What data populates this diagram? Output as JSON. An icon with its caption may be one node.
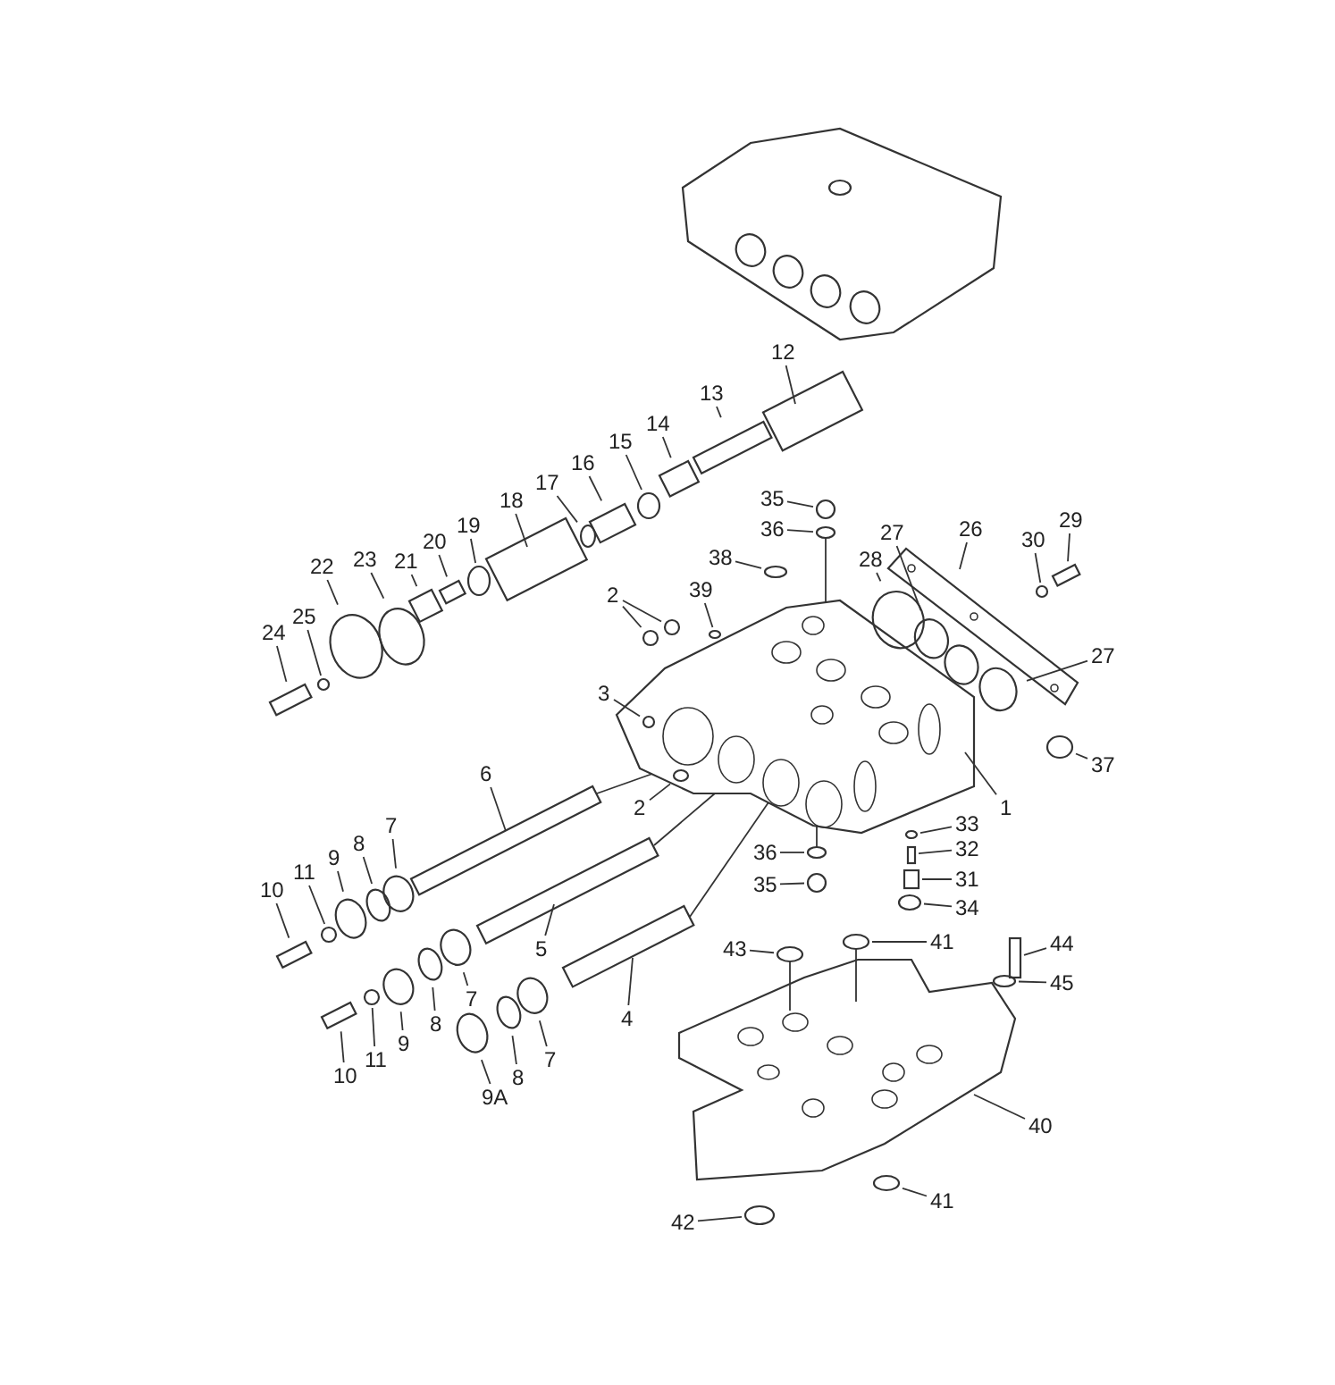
{
  "diagram": {
    "nodes": [
      {
        "text": [
          "12"
        ]
      },
      {
        "text": [
          "13"
        ]
      },
      {
        "text": [
          "14"
        ]
      },
      {
        "text": [
          "15"
        ]
      },
      {
        "text": [
          "16"
        ]
      },
      {
        "text": [
          "17"
        ]
      },
      {
        "text": [
          "35"
        ]
      },
      {
        "text": [
          "36"
        ]
      },
      {
        "text": [
          "27"
        ]
      },
      {
        "text": [
          "26"
        ]
      },
      {
        "text": [
          "29"
        ]
      },
      {
        "text": [
          "30"
        ]
      },
      {
        "text": [
          "18"
        ]
      },
      {
        "text": [
          "19"
        ]
      },
      {
        "text": [
          "38"
        ]
      },
      {
        "text": [
          "28"
        ]
      },
      {
        "text": [
          "20"
        ]
      },
      {
        "text": [
          "21"
        ]
      },
      {
        "text": [
          "23"
        ]
      },
      {
        "text": [
          "39"
        ]
      },
      {
        "text": [
          "2"
        ]
      },
      {
        "text": [
          "22"
        ]
      },
      {
        "text": [
          "25"
        ]
      },
      {
        "text": [
          "24"
        ]
      },
      {
        "text": [
          "27"
        ]
      },
      {
        "text": [
          "3"
        ]
      },
      {
        "text": [
          "1"
        ]
      },
      {
        "text": [
          "37"
        ]
      },
      {
        "text": [
          "2"
        ]
      },
      {
        "text": [
          "6"
        ]
      },
      {
        "text": [
          "33"
        ]
      },
      {
        "text": [
          "32"
        ]
      },
      {
        "text": [
          "36"
        ]
      },
      {
        "text": [
          "7"
        ]
      },
      {
        "text": [
          "9"
        ]
      },
      {
        "text": [
          "8"
        ]
      },
      {
        "text": [
          "11"
        ]
      },
      {
        "text": [
          "31"
        ]
      },
      {
        "text": [
          "35"
        ]
      },
      {
        "text": [
          "10"
        ]
      },
      {
        "text": [
          "34"
        ]
      },
      {
        "text": [
          "43"
        ]
      },
      {
        "text": [
          "41"
        ]
      },
      {
        "text": [
          "44"
        ]
      },
      {
        "text": [
          "5"
        ]
      },
      {
        "text": [
          "45"
        ]
      },
      {
        "text": [
          "4"
        ]
      },
      {
        "text": [
          "7"
        ]
      },
      {
        "text": [
          "10"
        ]
      },
      {
        "text": [
          "11"
        ]
      },
      {
        "text": [
          "9"
        ]
      },
      {
        "text": [
          "8"
        ]
      },
      {
        "text": [
          "8"
        ]
      },
      {
        "text": [
          "7"
        ]
      },
      {
        "text": [
          "9A"
        ]
      },
      {
        "text": [
          "40"
        ]
      },
      {
        "text": [
          "41"
        ]
      },
      {
        "text": [
          "42"
        ]
      },
      {
        "text": [],
        "shape": "box"
      },
      {
        "text": [],
        "shape": "box"
      },
      {
        "text": [],
        "shape": "box"
      },
      {
        "text": [],
        "shape": "circle"
      },
      {
        "text": [],
        "shape": "box"
      },
      {
        "text": [],
        "shape": "circle"
      },
      {
        "text": [],
        "shape": "circle"
      },
      {
        "text": [],
        "shape": "circle"
      },
      {
        "text": [],
        "shape": "circle"
      },
      {
        "text": [],
        "shape": "picture"
      },
      {
        "text": [],
        "shape": "box"
      },
      {
        "text": [],
        "shape": "circle"
      },
      {
        "text": [],
        "shape": "box"
      },
      {
        "text": [],
        "shape": "circle"
      },
      {
        "text": [],
        "shape": "circle"
      },
      {
        "text": [],
        "shape": "circle"
      },
      {
        "text": [],
        "shape": "box"
      },
      {
        "text": [],
        "shape": "box"
      },
      {
        "text": [],
        "shape": "circle"
      },
      {
        "text": [],
        "shape": "circle",
        "in": 85
      },
      {
        "text": [],
        "shape": "circle",
        "in": 85
      },
      {
        "text": [],
        "shape": "circle",
        "in": 85
      },
      {
        "text": [],
        "shape": "circle"
      },
      {
        "text": [],
        "shape": "circle"
      },
      {
        "text": [],
        "shape": "box"
      },
      {
        "text": [],
        "shape": "circle"
      },
      {
        "text": [],
        "shape": "circle",
        "in": 85
      },
      {
        "text": [],
        "shape": "picture"
      },
      {
        "text": [],
        "shape": "circle"
      },
      {
        "text": [],
        "shape": "circle",
        "in": 85
      },
      {
        "text": [],
        "shape": "box"
      },
      {
        "text": [],
        "shape": "circle"
      },
      {
        "text": [],
        "shape": "box"
      },
      {
        "text": [],
        "shape": "circle"
      },
      {
        "text": [],
        "shape": "circle"
      },
      {
        "text": [],
        "shape": "circle"
      },
      {
        "text": [],
        "shape": "circle"
      },
      {
        "text": [],
        "shape": "circle"
      },
      {
        "text": [],
        "shape": "box"
      },
      {
        "text": [],
        "shape": "circle"
      },
      {
        "text": [],
        "shape": "box"
      },
      {
        "text": [],
        "shape": "circle"
      },
      {
        "text": [],
        "shape": "circle"
      },
      {
        "text": [],
        "shape": "circle"
      },
      {
        "text": [],
        "shape": "box"
      },
      {
        "text": [],
        "shape": "box"
      },
      {
        "text": [],
        "shape": "circle"
      },
      {
        "text": [],
        "shape": "box"
      },
      {
        "text": [],
        "shape": "circle"
      },
      {
        "text": [],
        "shape": "box"
      },
      {
        "text": [],
        "shape": "circle"
      },
      {
        "text": [],
        "shape": "circle"
      },
      {
        "text": [],
        "shape": "circle"
      },
      {
        "text": [],
        "shape": "circle"
      },
      {
        "text": [],
        "shape": "circle"
      },
      {
        "text": [],
        "shape": "circle"
      },
      {
        "text": [],
        "shape": "picture"
      },
      {
        "text": [],
        "shape": "circle"
      },
      {
        "text": [],
        "shape": "circle"
      }
    ],
    "edges": [
      {
        "from": 0,
        "to": 58,
        "arrow": "none"
      },
      {
        "from": 1,
        "to": 59,
        "arrow": "none"
      },
      {
        "from": 2,
        "to": 60,
        "arrow": "none"
      },
      {
        "from": 3,
        "to": 61,
        "arrow": "none"
      },
      {
        "from": 4,
        "to": 62,
        "arrow": "none"
      },
      {
        "from": 5,
        "to": 63,
        "arrow": "none"
      },
      {
        "from": 6,
        "to": 64,
        "arrow": "none"
      },
      {
        "from": 7,
        "to": 65,
        "arrow": "none"
      },
      {
        "from": 8,
        "to": 66,
        "arrow": "none"
      },
      {
        "from": 9,
        "to": 67,
        "arrow": "none"
      },
      {
        "from": 10,
        "to": 68,
        "arrow": "none"
      },
      {
        "from": 11,
        "to": 69,
        "arrow": "none"
      },
      {
        "from": 12,
        "to": 70,
        "arrow": "none"
      },
      {
        "from": 13,
        "to": 71,
        "arrow": "none"
      },
      {
        "from": 14,
        "to": 72,
        "arrow": "none"
      },
      {
        "from": 15,
        "to": 73,
        "arrow": "none"
      },
      {
        "from": 16,
        "to": 74,
        "arrow": "none"
      },
      {
        "from": 17,
        "to": 75,
        "arrow": "none"
      },
      {
        "from": 18,
        "to": 76,
        "arrow": "none"
      },
      {
        "from": 19,
        "to": 77,
        "arrow": "none"
      },
      {
        "from": 20,
        "to": 78,
        "arrow": "none"
      },
      {
        "from": 20,
        "to": 79,
        "arrow": "none"
      },
      {
        "from": 21,
        "to": 80,
        "arrow": "none"
      },
      {
        "from": 22,
        "to": 81,
        "arrow": "none"
      },
      {
        "from": 23,
        "to": 82,
        "arrow": "none"
      },
      {
        "from": 24,
        "to": 83,
        "arrow": "none"
      },
      {
        "from": 25,
        "to": 84,
        "arrow": "none"
      },
      {
        "from": 26,
        "to": 85,
        "arrow": "none"
      },
      {
        "from": 27,
        "to": 86,
        "arrow": "none"
      },
      {
        "from": 28,
        "to": 87,
        "arrow": "none"
      },
      {
        "from": 29,
        "to": 88,
        "arrow": "none"
      },
      {
        "from": 30,
        "to": 89,
        "arrow": "none"
      },
      {
        "from": 31,
        "to": 90,
        "arrow": "none"
      },
      {
        "from": 32,
        "to": 91,
        "arrow": "none"
      },
      {
        "from": 33,
        "to": 92,
        "arrow": "none"
      },
      {
        "from": 34,
        "to": 93,
        "arrow": "none"
      },
      {
        "from": 35,
        "to": 94,
        "arrow": "none"
      },
      {
        "from": 36,
        "to": 95,
        "arrow": "none"
      },
      {
        "from": 37,
        "to": 96,
        "arrow": "none"
      },
      {
        "from": 38,
        "to": 97,
        "arrow": "none"
      },
      {
        "from": 39,
        "to": 98,
        "arrow": "none"
      },
      {
        "from": 40,
        "to": 99,
        "arrow": "none"
      },
      {
        "from": 41,
        "to": 100,
        "arrow": "none"
      },
      {
        "from": 42,
        "to": 101,
        "arrow": "none"
      },
      {
        "from": 43,
        "to": 102,
        "arrow": "none"
      },
      {
        "from": 44,
        "to": 103,
        "arrow": "none"
      },
      {
        "from": 45,
        "to": 104,
        "arrow": "none"
      },
      {
        "from": 46,
        "to": 105,
        "arrow": "none"
      },
      {
        "from": 47,
        "to": 106,
        "arrow": "none"
      },
      {
        "from": 48,
        "to": 107,
        "arrow": "none"
      },
      {
        "from": 49,
        "to": 108,
        "arrow": "none"
      },
      {
        "from": 50,
        "to": 109,
        "arrow": "none"
      },
      {
        "from": 51,
        "to": 110,
        "arrow": "none"
      },
      {
        "from": 52,
        "to": 111,
        "arrow": "none"
      },
      {
        "from": 53,
        "to": 112,
        "arrow": "none"
      },
      {
        "from": 54,
        "to": 113,
        "arrow": "none"
      },
      {
        "from": 55,
        "to": 114,
        "arrow": "none"
      },
      {
        "from": 56,
        "to": 115,
        "arrow": "none"
      },
      {
        "from": 57,
        "to": 116,
        "arrow": "none"
      },
      {
        "from": 88,
        "to": 85,
        "arrow": "none"
      },
      {
        "from": 103,
        "to": 85,
        "arrow": "none"
      },
      {
        "from": 105,
        "to": 85,
        "arrow": "none"
      },
      {
        "from": 65,
        "to": 85,
        "arrow": "none"
      },
      {
        "from": 85,
        "to": 91,
        "arrow": "none"
      },
      {
        "from": 101,
        "to": 114,
        "arrow": "none"
      },
      {
        "from": 100,
        "to": 114,
        "arrow": "none"
      }
    ]
  }
}
